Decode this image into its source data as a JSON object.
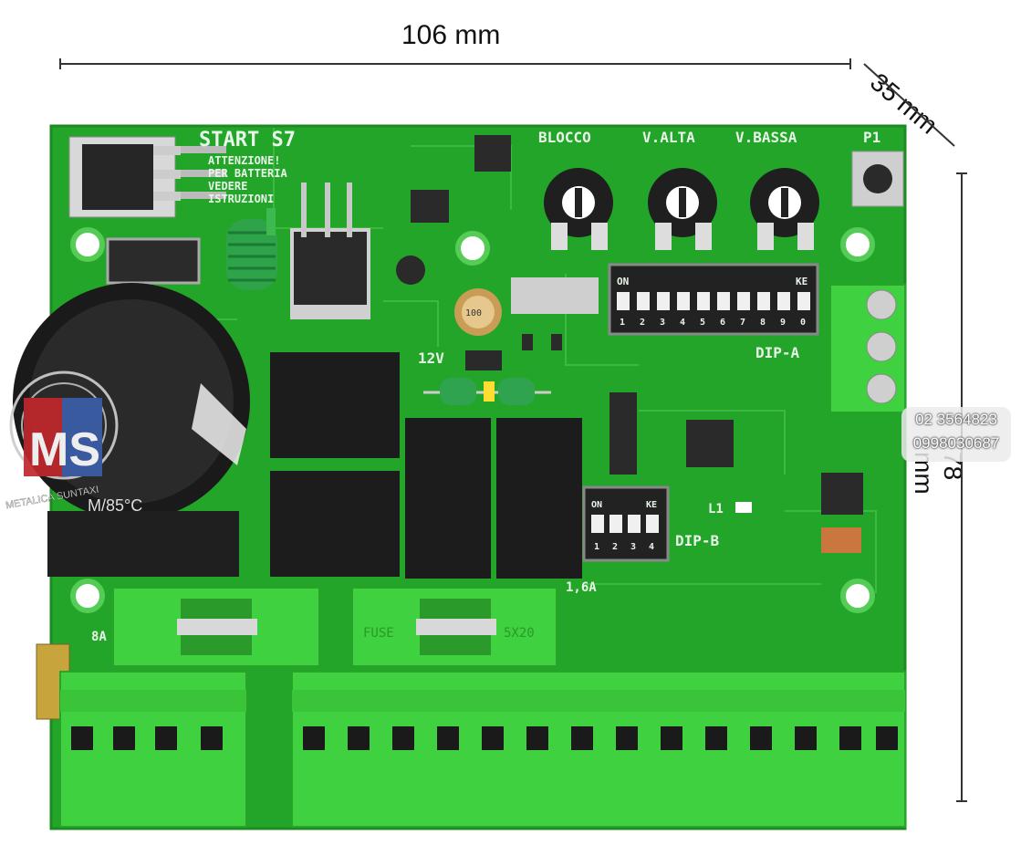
{
  "dimensions": {
    "width_label": "106 mm",
    "depth_label": "35 mm",
    "height_label": "78 mm"
  },
  "board": {
    "model_label": "START S7",
    "warning_lines": [
      "ATTENZIONE!",
      "PER BATTERIA",
      "VEDERE",
      "ISTRUZIONI"
    ],
    "trimmer_labels": [
      "BLOCCO",
      "V.ALTA",
      "V.BASSA"
    ],
    "button_label": "P1",
    "dip_a_label": "DIP-A",
    "dip_a_on": "ON",
    "dip_a_ke": "KE",
    "dip_a_numbers": [
      "1",
      "2",
      "3",
      "4",
      "5",
      "6",
      "7",
      "8",
      "9",
      "0"
    ],
    "dip_b_label": "DIP-B",
    "dip_b_on": "ON",
    "dip_b_ke": "KE",
    "dip_b_numbers": [
      "1",
      "2",
      "3",
      "4"
    ],
    "voltage_label": "12V",
    "led_label": "L1",
    "fuse_current_1": "8A",
    "fuse_current_2": "1,6A",
    "capacitor_label": "M/85°C",
    "cap_small_label": "100",
    "fuse_labels": [
      "FUSE",
      "5X20"
    ]
  },
  "watermark": {
    "logo_letters": "MS",
    "logo_text": "METALICA SUNTAXI",
    "phone_1": "02 3564823",
    "phone_2": "0998030687"
  },
  "colors": {
    "pcb_green": "#23a52a",
    "terminal_green": "#3fd13f",
    "relay_black": "#1c1c1c"
  }
}
